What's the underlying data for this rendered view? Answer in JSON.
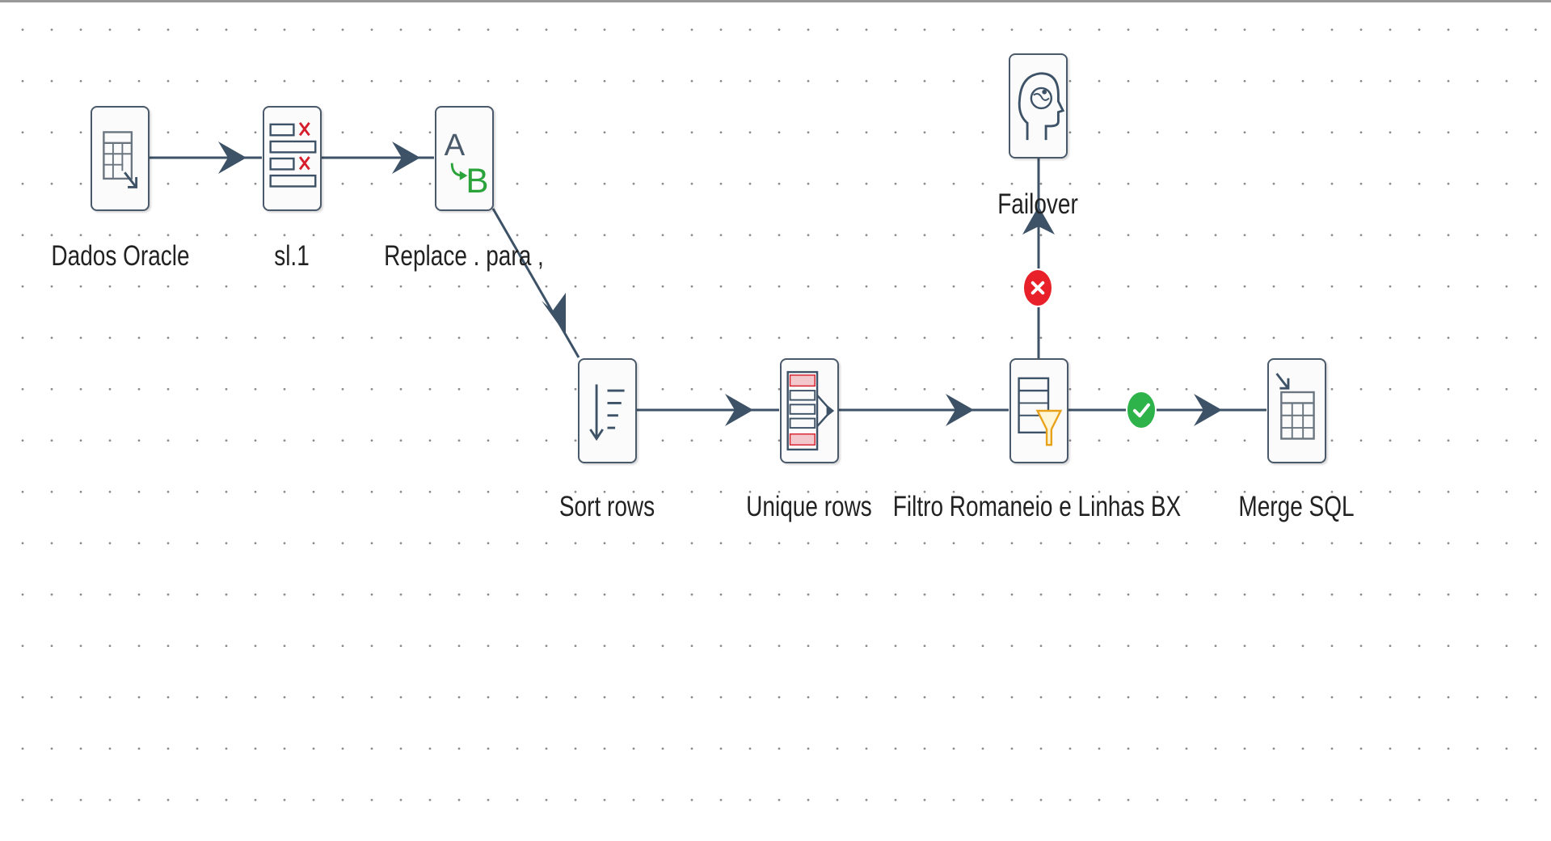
{
  "canvas": {
    "background": "#ffffff",
    "grid_dot_color": "#8b8b8b",
    "hop_color": "#3d5266"
  },
  "steps": [
    {
      "id": "dados",
      "label": "Dados Oracle",
      "icon": "table-input-icon"
    },
    {
      "id": "sl1",
      "label": "sl.1",
      "icon": "select-values-icon"
    },
    {
      "id": "replace",
      "label": "Replace . para ,",
      "icon": "replace-string-icon"
    },
    {
      "id": "sort",
      "label": "Sort rows",
      "icon": "sort-rows-icon"
    },
    {
      "id": "unique",
      "label": "Unique rows",
      "icon": "unique-rows-icon"
    },
    {
      "id": "filtro",
      "label": "Filtro Romaneio e Linhas BX",
      "icon": "filter-rows-icon"
    },
    {
      "id": "merge",
      "label": "Merge SQL",
      "icon": "table-output-icon"
    },
    {
      "id": "failover",
      "label": "Failover",
      "icon": "head-brain-icon"
    }
  ],
  "hops": [
    {
      "from": "dados",
      "to": "sl1",
      "type": "normal"
    },
    {
      "from": "sl1",
      "to": "replace",
      "type": "normal"
    },
    {
      "from": "replace",
      "to": "sort",
      "type": "normal"
    },
    {
      "from": "sort",
      "to": "unique",
      "type": "normal"
    },
    {
      "from": "unique",
      "to": "filtro",
      "type": "normal"
    },
    {
      "from": "filtro",
      "to": "merge",
      "type": "true",
      "badge_color": "#2db34a"
    },
    {
      "from": "filtro",
      "to": "failover",
      "type": "false",
      "badge_color": "#e8202a"
    }
  ]
}
